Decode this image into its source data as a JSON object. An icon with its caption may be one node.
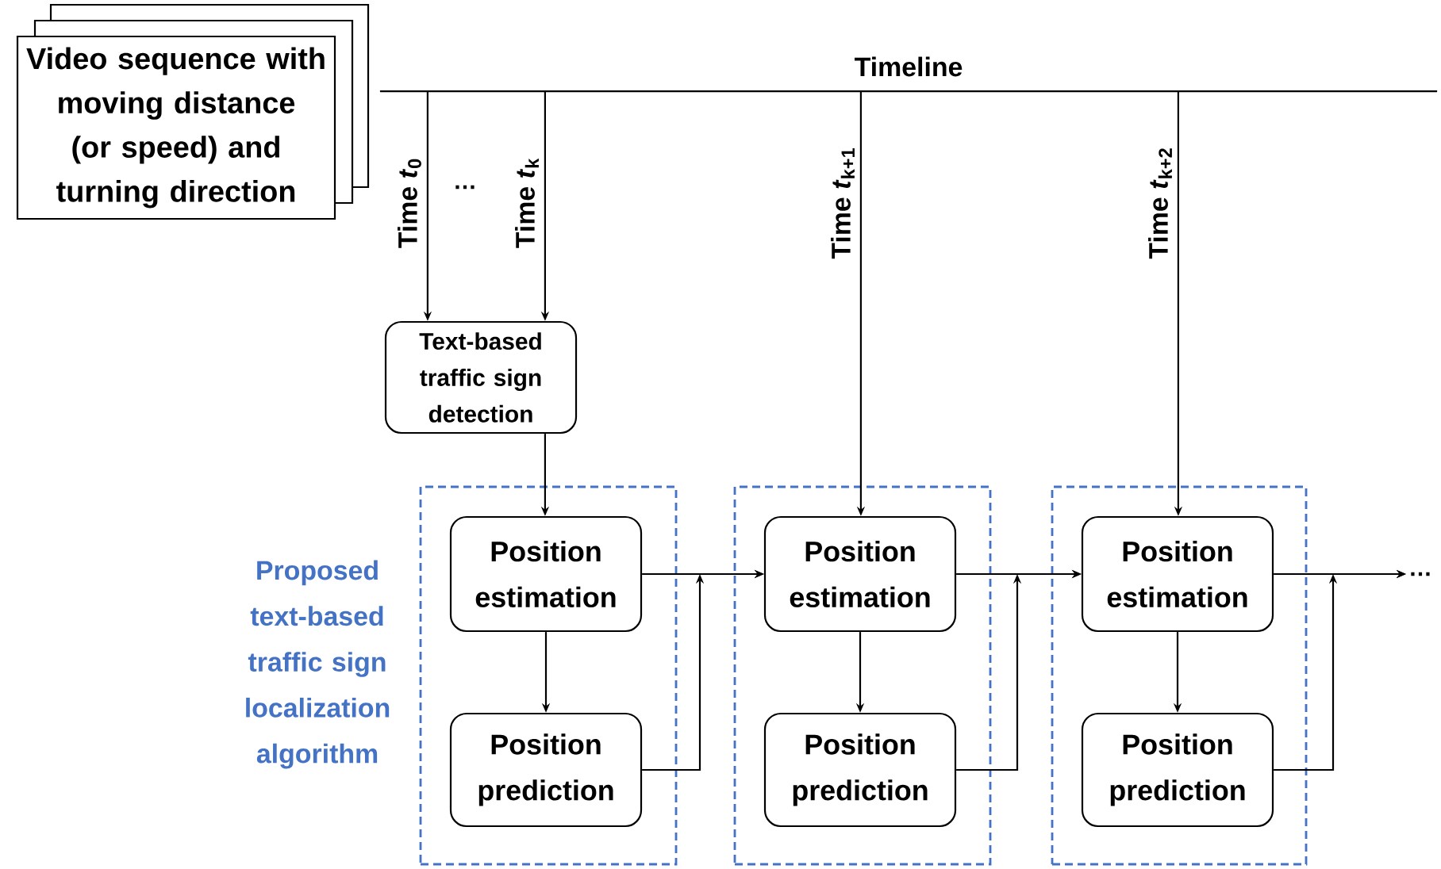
{
  "diagram": {
    "nodes": [
      {
        "text": [
          "Video sequence with moving distance (or speed) and turning direction"
        ]
      },
      {
        "text": [
          "Timeline"
        ]
      },
      {
        "text": [
          "Text-based traffic sign detection"
        ]
      },
      {
        "text": [
          "Proposed text-based traffic sign localization algorithm"
        ]
      },
      {
        "text": [
          "Position estimation"
        ],
        "in": 3
      },
      {
        "text": [
          "Position prediction"
        ],
        "in": 3
      },
      {
        "text": [],
        "shape": "box"
      },
      {
        "text": [
          "Position estimation"
        ],
        "in": 6
      },
      {
        "text": [
          "Position prediction"
        ],
        "in": 6
      },
      {
        "text": [],
        "shape": "box"
      },
      {
        "text": [
          "Position estimation"
        ],
        "in": 9
      },
      {
        "text": [
          "Position prediction"
        ],
        "in": 9
      },
      {
        "text": [
          "…"
        ]
      }
    ],
    "edges": [
      {
        "from": 1,
        "to": 2,
        "arrow": "to",
        "label": "Time *t*$_{0}$"
      },
      {
        "from": 1,
        "to": 2,
        "arrow": "to",
        "label": "Time *t*$_{k}$"
      },
      {
        "from": 2,
        "to": 4,
        "arrow": "to"
      },
      {
        "from": 4,
        "to": 5,
        "arrow": "to"
      },
      {
        "from": 4,
        "to": 7,
        "arrow": "to"
      },
      {
        "from": 5,
        "to": 7,
        "arrow": "to"
      },
      {
        "from": 1,
        "to": 7,
        "arrow": "to",
        "label": "Time *t*$_{k+1}$"
      },
      {
        "from": 7,
        "to": 8,
        "arrow": "to"
      },
      {
        "from": 7,
        "to": 10,
        "arrow": "to"
      },
      {
        "from": 8,
        "to": 10,
        "arrow": "to"
      },
      {
        "from": 1,
        "to": 10,
        "arrow": "to",
        "label": "Time *t*$_{k+2}$"
      },
      {
        "from": 10,
        "to": 11,
        "arrow": "to"
      },
      {
        "from": 10,
        "to": 12,
        "arrow": "to"
      },
      {
        "from": 11,
        "to": 12,
        "arrow": "to"
      }
    ],
    "labels": [
      "…"
    ]
  }
}
